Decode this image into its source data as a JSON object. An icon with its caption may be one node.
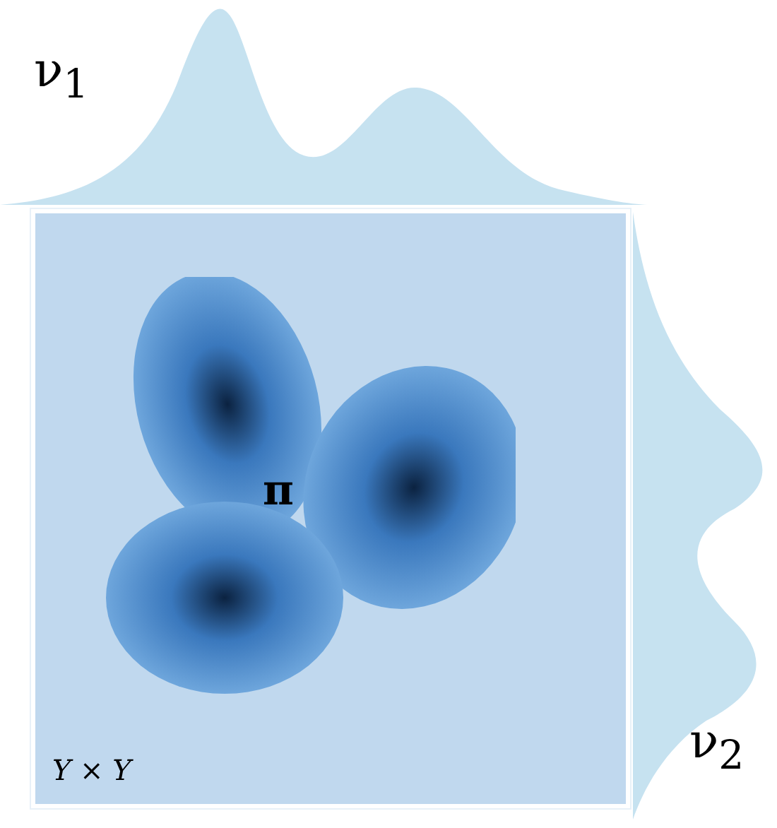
{
  "diagram": {
    "nodes": [
      {
        "text": [
          "Y × Y"
        ]
      }
    ],
    "labels": [
      "ν$_{1}$",
      "π",
      "ν$_{2}$"
    ]
  }
}
